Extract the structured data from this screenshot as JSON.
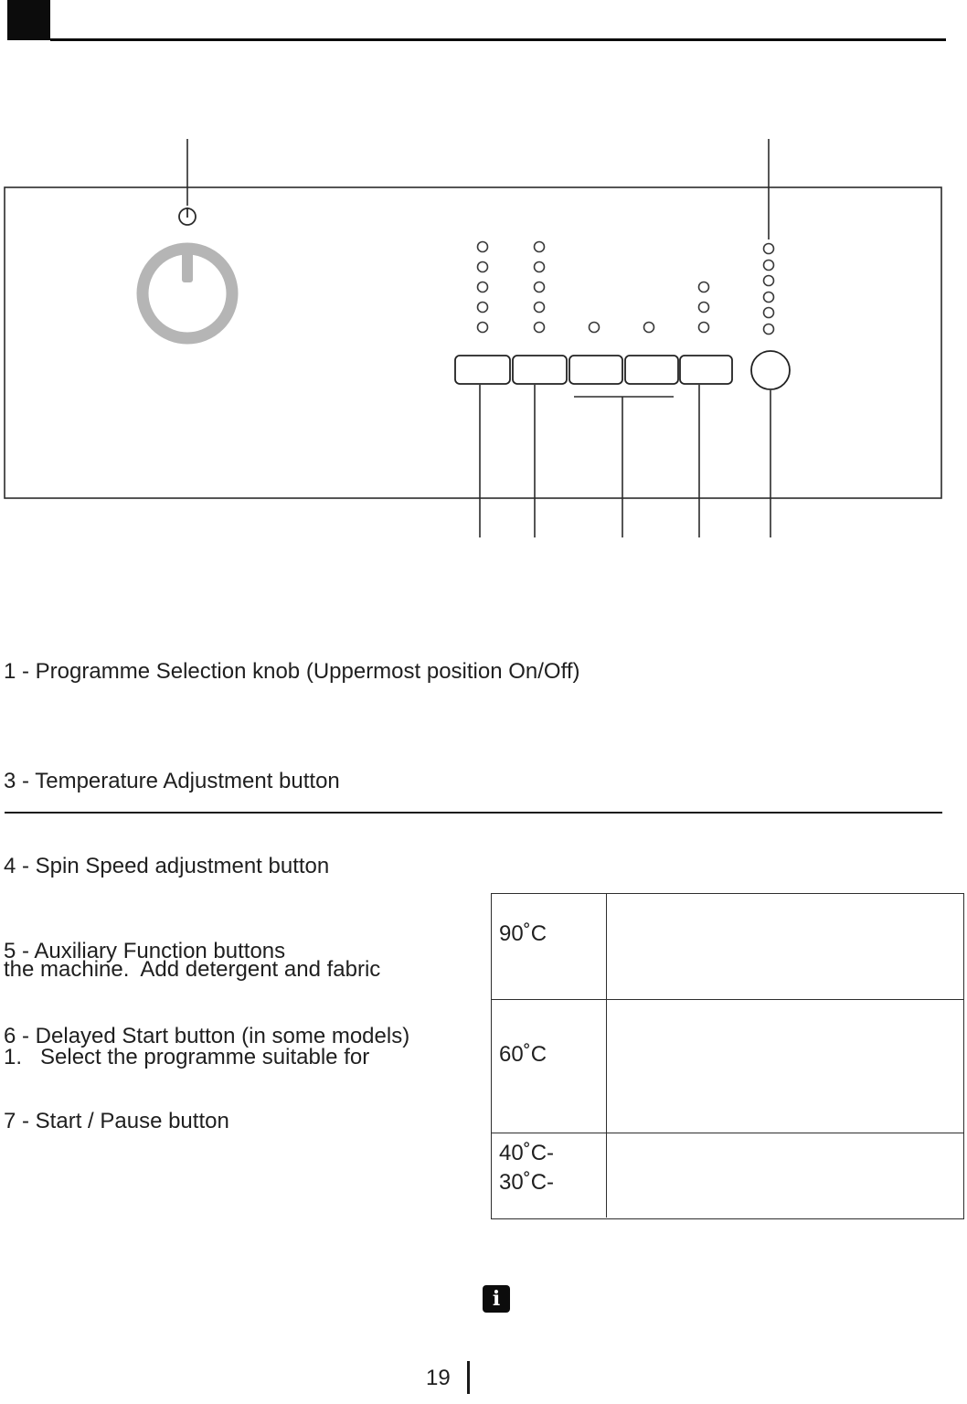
{
  "legend": {
    "item1": "1 - Programme Selection knob (Uppermost position On/Off)",
    "item3": "3 - Temperature Adjustment button",
    "item4": "4 - Spin Speed adjustment button",
    "item5": "5 - Auxiliary Function buttons",
    "item6": "6 - Delayed Start button (in some models)",
    "item7": "7 - Start / Pause button"
  },
  "body": {
    "line1": "the machine.  Add detergent and fabric",
    "line2": "1.   Select the programme suitable for"
  },
  "table": {
    "rows": [
      {
        "temp": "90˚C",
        "desc": ""
      },
      {
        "temp": "60˚C",
        "desc": ""
      },
      {
        "temp": "40˚C-\n30˚C-",
        "desc": ""
      }
    ]
  },
  "footer": {
    "info_icon": "i",
    "page_number": "19"
  }
}
